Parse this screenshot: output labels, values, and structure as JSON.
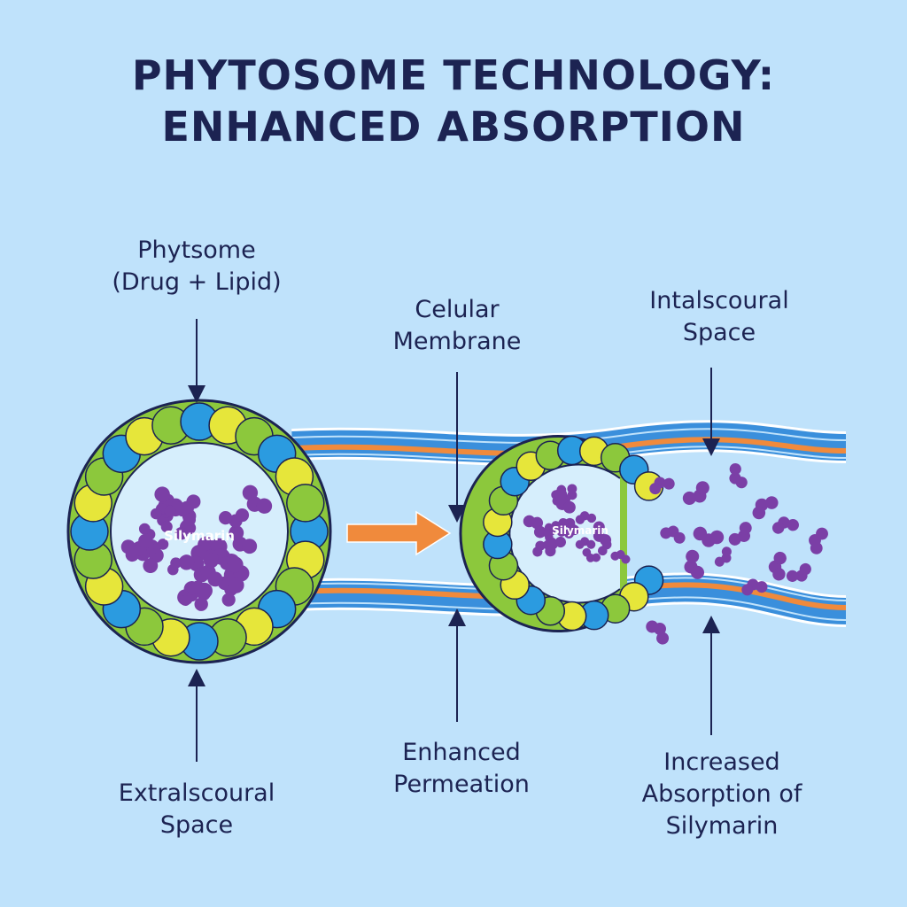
{
  "title": {
    "line1": "PHYTOSOME TECHNOLOGY:",
    "line2": "ENHANCED ABSORPTION"
  },
  "labels": {
    "phytosome": {
      "line1": "Phytsome",
      "line2": "(Drug + Lipid)"
    },
    "membrane": {
      "line1": "Celular",
      "line2": "Membrane"
    },
    "intra_space": {
      "line1": "Intalscoural",
      "line2": "Space"
    },
    "extra_space": {
      "line1": "Extralscoural",
      "line2": "Space"
    },
    "permeation": {
      "line1": "Enhanced",
      "line2": "Permeation"
    },
    "absorption": {
      "line1": "Increased",
      "line2": "Absorption of",
      "line3": "Silymarin"
    }
  },
  "phytosome_core_label": "Silymarin",
  "fused_core_label": "Silymarin",
  "colors": {
    "background": "#bfe2fb",
    "text": "#1c2352",
    "lipid_blue": "#2b9be0",
    "lipid_yellow": "#e6e63a",
    "lipid_green": "#8cc83c",
    "membrane_blue": "#3a8fdc",
    "membrane_orange": "#f08a3c",
    "drug_purple": "#7b3fa6",
    "arrow_orange": "#f08a3c"
  }
}
